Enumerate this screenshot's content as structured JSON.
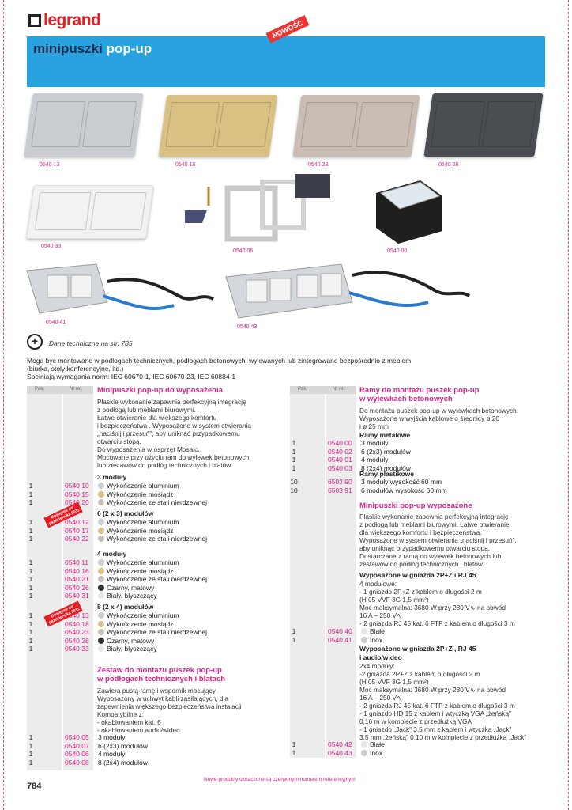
{
  "brand": "legrand",
  "banner": {
    "title_a": "minipuszki ",
    "title_b": "pop-up",
    "badge": "NOWOŚĆ"
  },
  "photo_refs": {
    "r1": [
      "0540 13",
      "0540 18",
      "0540 23",
      "0540 28"
    ],
    "r2": [
      "0540 33",
      "0540 06",
      "0540 00"
    ],
    "r3": [
      "0540 41",
      "0540 43"
    ]
  },
  "plate_colors": {
    "aluminium": "#c9ccd1",
    "brass": "#d9c083",
    "steel": "#c9bdb3",
    "black": "#4a4d52",
    "white": "#f2f2f2"
  },
  "tech_note": "Dane techniczne na str. 785",
  "intro": {
    "line1": "Mogą być montowane w podłogach technicznych, podłogach betonowych, wylewanych lub zintegrowane bezpośrednio z meblem",
    "line2": "(biurka, stoły konferencyjne, itd.)",
    "line3": "Spełniają wymagania norm: IEC 60670-1, IEC 60670-23, IEC 60884-1"
  },
  "headers": {
    "pak": "Pak.",
    "nr": "Nr ref."
  },
  "left": {
    "title": "Minipuszki pop-up do wyposażenia",
    "para": "Płaskie wykonanie zapewnia perfekcyjną integrację\nz podłogą lub meblami biurowymi.\nŁatwe otwieranie dla większego komfortu\ni bezpieczeństwa . Wyposażone w system otwierania\n„naciśnij i przesuń”, aby uniknąć przypadkowemu\notwarciu stopą.\nDo wyposażenia w osprzęt Mosaic.\nMocowane przy użyciu ram do wylewek betonowych\nlub zestawów do podłóg technicznych i blatów.",
    "g1": {
      "title": "3 moduły",
      "rows": [
        [
          "1",
          "0540 10",
          "Wykończenie aluminium",
          "#c9ccd1"
        ],
        [
          "1",
          "0540 15",
          "Wykończenie mosiądz",
          "#d9c083"
        ],
        [
          "1",
          "0540 20",
          "Wykończenie ze stali nierdzewnej",
          "#c9bdb3"
        ]
      ]
    },
    "g2": {
      "title": "6 (2 x 3) modułów",
      "rows": [
        [
          "1",
          "0540 12",
          "Wykończenie aluminium",
          "#c9ccd1"
        ],
        [
          "1",
          "0540 17",
          "Wykończenie mosiądz",
          "#d9c083"
        ],
        [
          "1",
          "0540 22",
          "Wykończenie ze stali nierdzewnej",
          "#c9bdb3"
        ]
      ]
    },
    "g3": {
      "title": "4 moduły",
      "rows": [
        [
          "1",
          "0540 11",
          "Wykończenie aluminium",
          "#c9ccd1"
        ],
        [
          "1",
          "0540 16",
          "Wykończenie mosiądz",
          "#d9c083"
        ],
        [
          "1",
          "0540 21",
          "Wykończenie ze stali nierdzewnej",
          "#c9bdb3"
        ],
        [
          "1",
          "0540 26",
          "Czarny, matowy",
          "#333333"
        ],
        [
          "1",
          "0540 31",
          "Biały, błyszczący",
          "#e6e6e6"
        ]
      ]
    },
    "g4": {
      "title": "8 (2 x 4) modułów",
      "rows": [
        [
          "1",
          "0540 13",
          "Wykończenie aluminium",
          "#c9ccd1"
        ],
        [
          "1",
          "0540 18",
          "Wykończenie mosiądz",
          "#d9c083"
        ],
        [
          "1",
          "0540 23",
          "Wykończenie ze stali nierdzewnej",
          "#c9bdb3"
        ],
        [
          "1",
          "0540 28",
          "Czarny, matowy",
          "#333333"
        ],
        [
          "1",
          "0540 33",
          "Biały, błyszczący",
          "#e6e6e6"
        ]
      ]
    },
    "tag": "Dostępne od\npaździernika 2011",
    "z_title": "Zestaw do montażu puszek pop-up\nw podłogach technicznych i blatach",
    "z_para": "Zawiera pustą ramę i wspornik mocujący\nWyposażony w uchwyt kabli zasilających, dla\nzapewnienia większego bezpieczeństwa instalacji\nKompatybilne z:\n- okablowaniem kat. 6\n- okablowaniem audio/wideo",
    "z_rows": [
      [
        "1",
        "0540 05",
        "3 moduły"
      ],
      [
        "1",
        "0540 07",
        "6 (2x3) modułów"
      ],
      [
        "1",
        "0540 06",
        "4 moduły"
      ],
      [
        "1",
        "0540 08",
        "8 (2x4) modułów"
      ]
    ]
  },
  "right": {
    "title": "Ramy do montażu puszek pop-up\nw wylewkach betonowych",
    "para": "Do montażu puszek pop-up w wylewkach betonowych.\nWyposażone w wyjścia kablowe o średnicy ø 20\ni ø 25 mm",
    "metal_title": "Ramy metalowe",
    "metal_rows": [
      [
        "1",
        "0540 00",
        "3 moduły"
      ],
      [
        "1",
        "0540 02",
        "6 (2x3) modułów"
      ],
      [
        "1",
        "0540 01",
        "4 moduły"
      ],
      [
        "1",
        "0540 03",
        "8 (2x4) modułów"
      ]
    ],
    "plastic_title": "Ramy plastikowe",
    "plastic_rows": [
      [
        "10",
        "6503 90",
        "3 moduły wysokość 60 mm"
      ],
      [
        "10",
        "6503 91",
        "6 modułów wysokość 60 mm"
      ]
    ],
    "w_title": "Minipuszki pop-up wyposażone",
    "w_para": "Płaskie wykonanie zapewnia perfekcyjną integrację\nz podłogą lub meblami biurowymi. Łatwe otwieranie\ndla większego komfortu i bezpieczeństwa.\nWyposażone w system otwierania „naciśnij i przesuń”,\naby uniknąć przypadkowemu otwarciu stopą.\nDostarczane z ramą do wylewek betonowych lub\nzestawów do podłóg technicznych i blatów.",
    "w1_title": "Wyposażone w gniazda 2P+Z i RJ 45",
    "w1_para": "4 modułowe:\n- 1 gniazdo 2P+Z z kablem o długości 2 m\n   (H 05 VVF 3G 1,5 mm²)\nMoc maksymalna: 3680 W przy 230 V∿ na obwód\n16 A – 250 V∿\n- 2 gniazda RJ 45 kat. 6 FTP z kablem o długości 3 m",
    "w1_rows": [
      [
        "1",
        "0540 40",
        "Białe",
        "#e6e6e6"
      ],
      [
        "1",
        "0540 41",
        "Inox",
        "#c9ccd1"
      ]
    ],
    "w2_title": "Wyposażone w gniazda 2P+Z , RJ 45\ni audio/wideo",
    "w2_para": "2x4 moduły:\n-2 gniazda 2P+Z z kablem o długości 2 m\n(H 05 VVF 3G 1,5 mm²)\nMoc maksymalna: 3680 W przy 230 V∿ na obwód\n16 A – 250 V∿\n- 2 gniazda RJ 45 kat. 6 FTP z kablem o długości 3 m\n- 1 gniazdo HD 15 z kablem i wtyczką VGA „żeńską”\n   0,16 m w komplecie z przedłużką VGA\n- 1 gniazdo „Jack” 3,5 mm z kablem i wtyczką „Jack”\n   3,5 mm „żeńską” 0,10 m w komplecie z przedłużką „Jack”",
    "w2_rows": [
      [
        "1",
        "0540 42",
        "Białe",
        "#e6e6e6"
      ],
      [
        "1",
        "0540 43",
        "Inox",
        "#c9ccd1"
      ]
    ]
  },
  "footer": {
    "page": "784",
    "note": "Nowe produkty oznaczone są czerwonym numerem referencyjnym"
  }
}
